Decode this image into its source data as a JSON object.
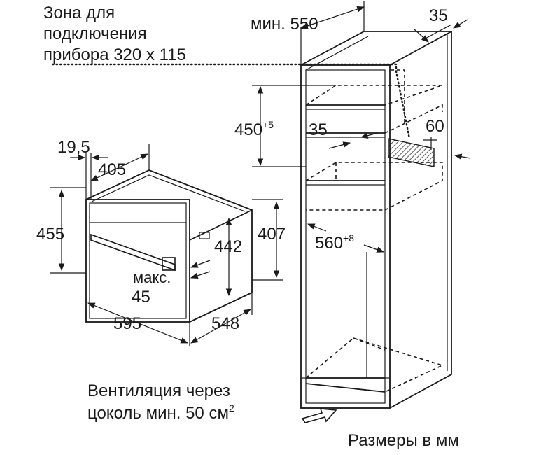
{
  "labels": {
    "zone_line1": "Зона для",
    "zone_line2": "подключения",
    "zone_line3": "прибора 320 x 115",
    "min550": "мин. 550",
    "d35_top": "35",
    "d450": "450",
    "d450_sup": "+5",
    "d35_inner": "35",
    "d60": "60",
    "d560": "560",
    "d560_sup": "+8",
    "d19_5": "19,5",
    "d405": "405",
    "d455": "455",
    "d442": "442",
    "d407": "407",
    "maks": "макс.",
    "d45": "45",
    "d595": "595",
    "d548": "548",
    "vent_line1": "Вентиляция через",
    "vent_line2": "цоколь мин. 50 см",
    "vent_sup": "2",
    "units": "Размеры в мм"
  }
}
